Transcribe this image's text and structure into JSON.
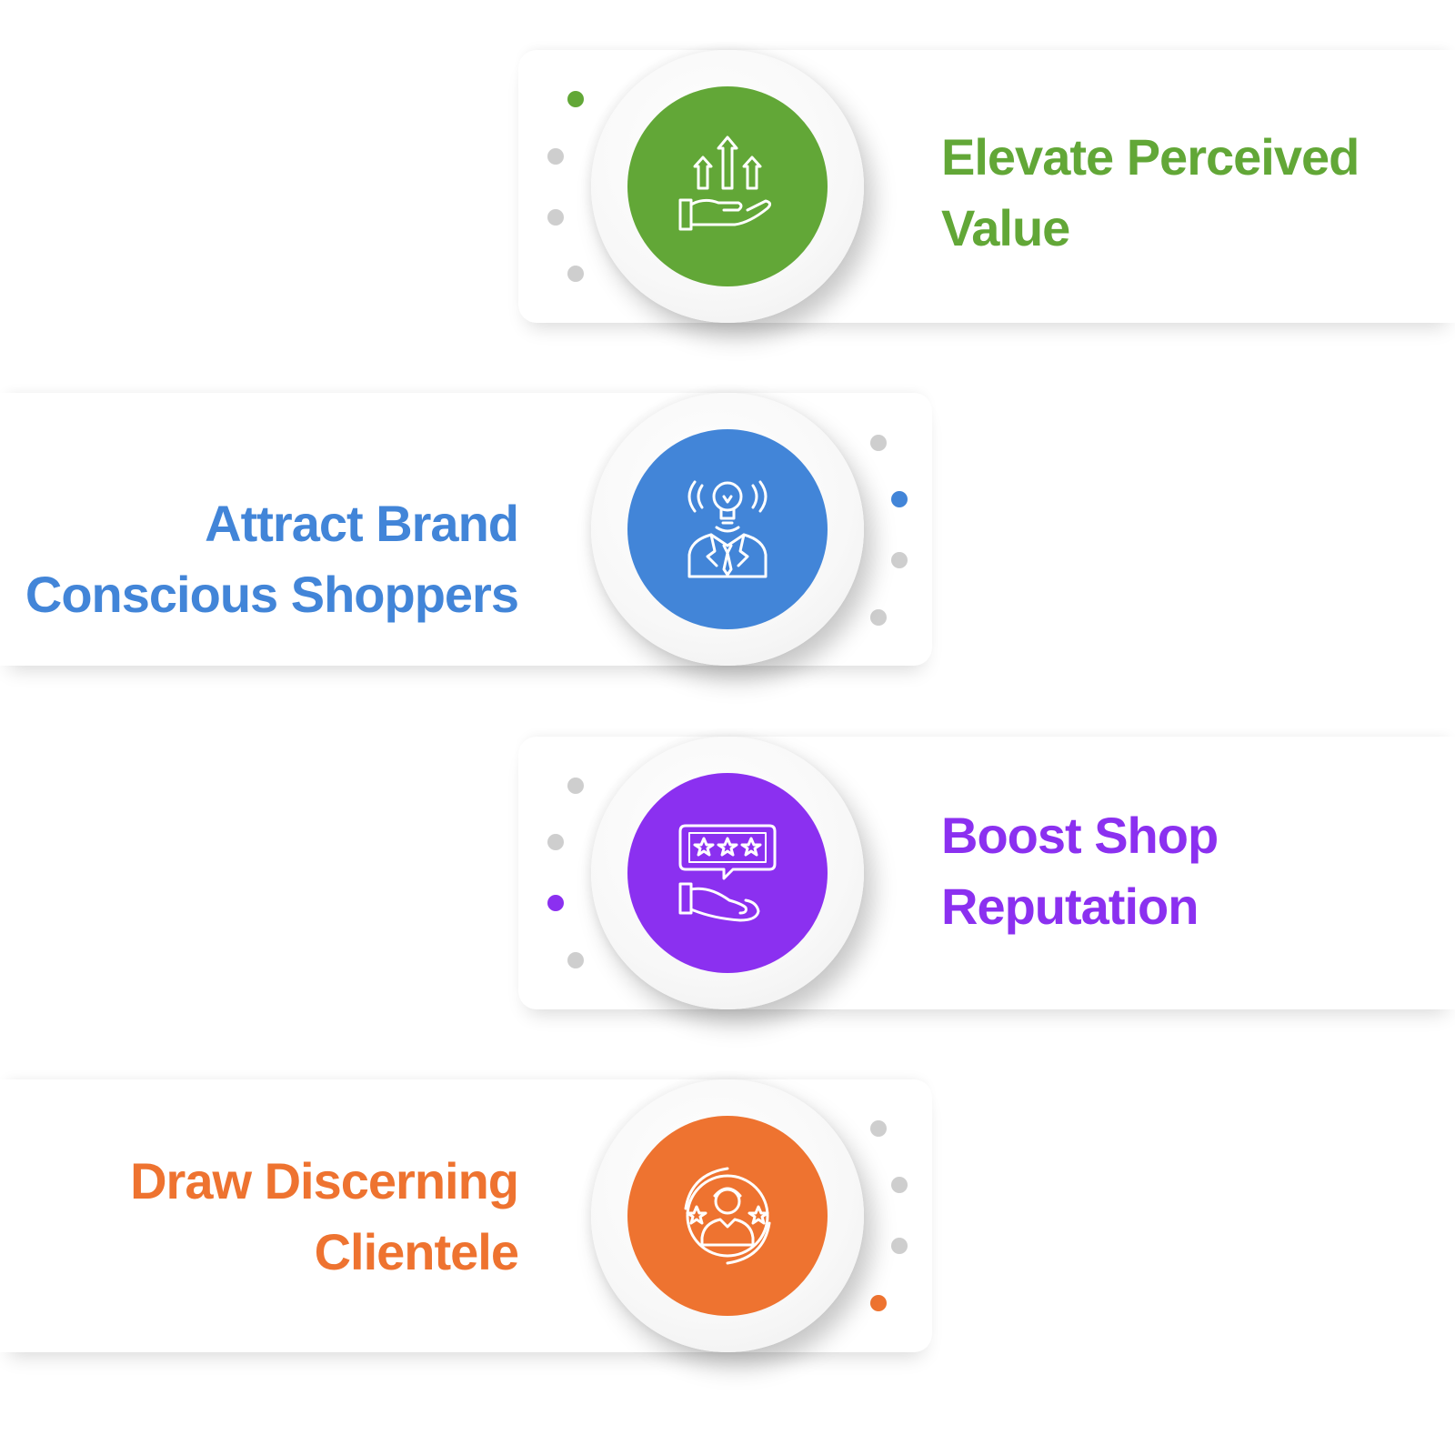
{
  "steps": [
    {
      "line1": "Elevate Perceived",
      "line2": "Value",
      "color": "#62A737",
      "icon": "hand-arrows-up-icon"
    },
    {
      "line1": "Attract Brand",
      "line2": "Conscious Shoppers",
      "color": "#4285D8",
      "icon": "person-lightbulb-icon"
    },
    {
      "line1": "Boost Shop",
      "line2": "Reputation",
      "color": "#8B30F0",
      "icon": "hand-rating-stars-icon"
    },
    {
      "line1": "Draw Discerning",
      "line2": "Clientele",
      "color": "#EE7330",
      "icon": "client-stars-icon"
    }
  ],
  "dot_gray": "#CECECE"
}
